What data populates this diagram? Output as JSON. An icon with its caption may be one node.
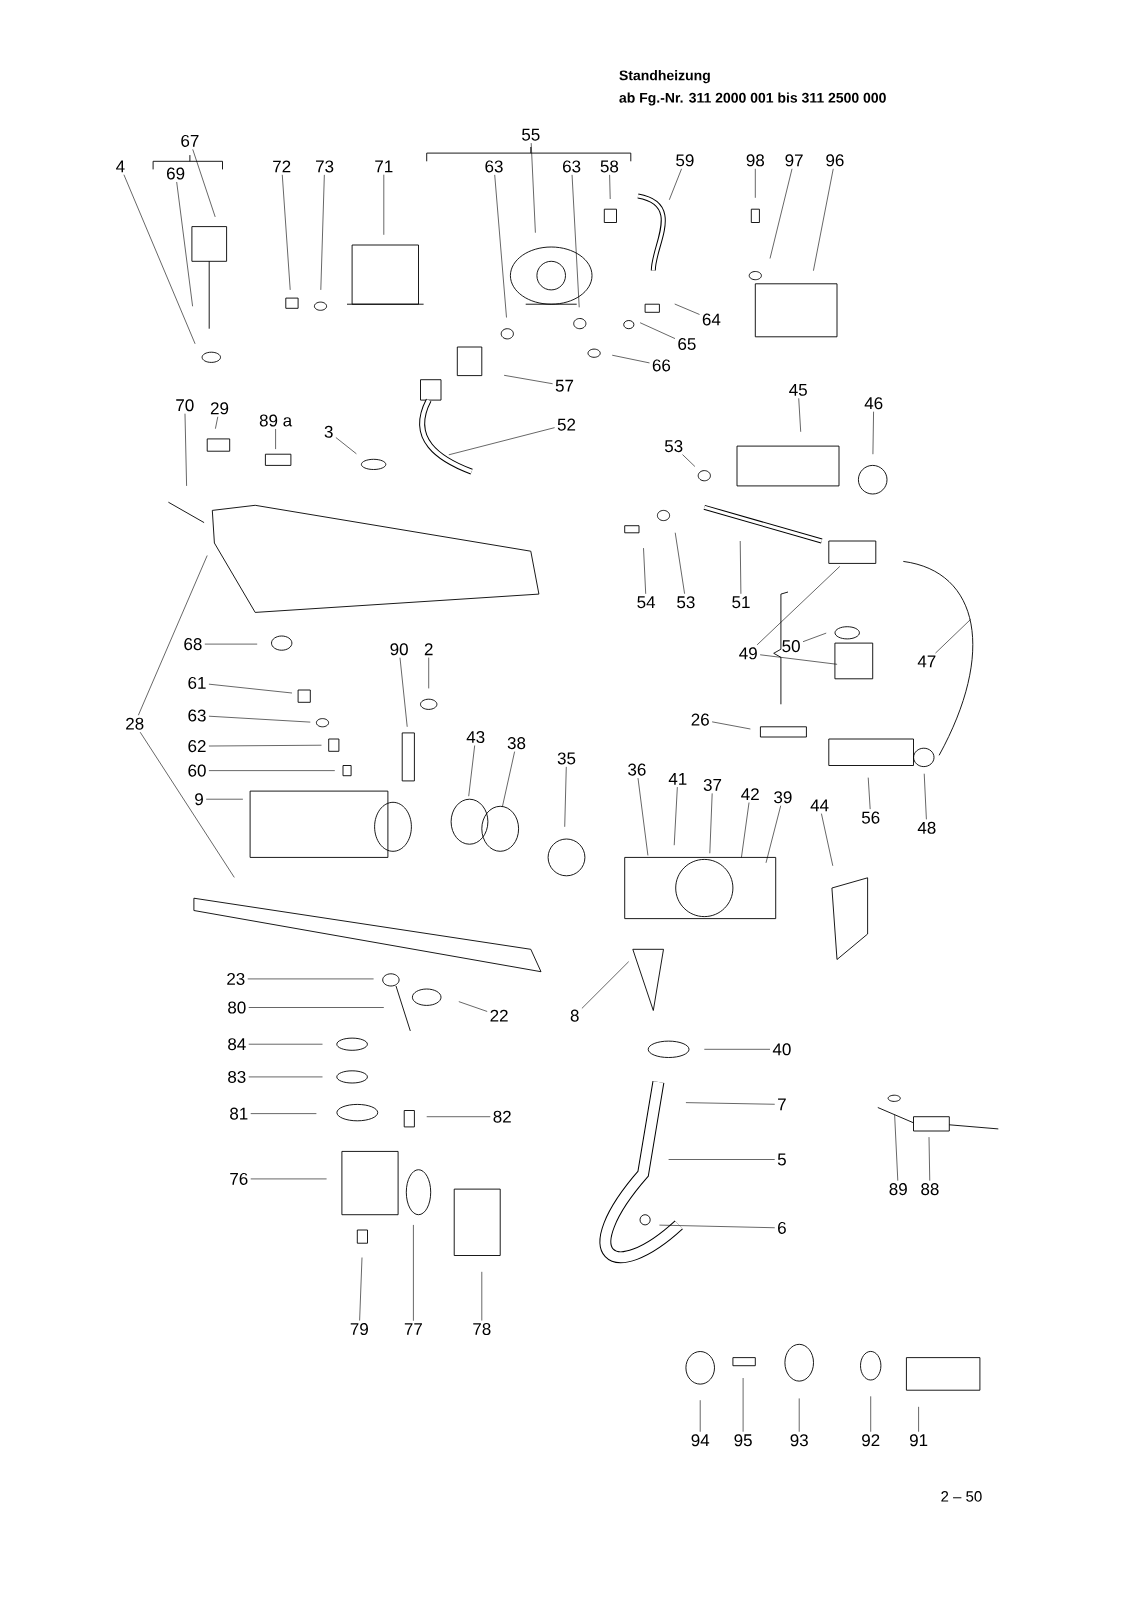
{
  "diagram": {
    "title": "Standheizung",
    "nodes": [
      {
        "text": [
          "67"
        ]
      },
      {
        "text": [
          "4"
        ]
      },
      {
        "text": [
          "69"
        ]
      },
      {
        "text": [
          "72"
        ]
      },
      {
        "text": [
          "73"
        ]
      },
      {
        "text": [
          "71"
        ]
      },
      {
        "text": [
          "55"
        ]
      },
      {
        "text": [
          "63"
        ]
      },
      {
        "text": [
          "63"
        ]
      },
      {
        "text": [
          "58"
        ]
      },
      {
        "text": [
          "59"
        ]
      },
      {
        "text": [
          "98"
        ]
      },
      {
        "text": [
          "97"
        ]
      },
      {
        "text": [
          "96"
        ]
      },
      {
        "text": [
          "64"
        ]
      },
      {
        "text": [
          "65"
        ]
      },
      {
        "text": [
          "66"
        ]
      },
      {
        "text": [
          "57"
        ]
      },
      {
        "text": [
          "45"
        ]
      },
      {
        "text": [
          "46"
        ]
      },
      {
        "text": [
          "70"
        ]
      },
      {
        "text": [
          "29"
        ]
      },
      {
        "text": [
          "89 a"
        ]
      },
      {
        "text": [
          "3"
        ]
      },
      {
        "text": [
          "52"
        ]
      },
      {
        "text": [
          "53"
        ]
      },
      {
        "text": [
          "54"
        ]
      },
      {
        "text": [
          "53"
        ]
      },
      {
        "text": [
          "51"
        ]
      },
      {
        "text": [
          "49"
        ]
      },
      {
        "text": [
          "50"
        ]
      },
      {
        "text": [
          "47"
        ]
      },
      {
        "text": [
          "68"
        ]
      },
      {
        "text": [
          "90"
        ]
      },
      {
        "text": [
          "2"
        ]
      },
      {
        "text": [
          "61"
        ]
      },
      {
        "text": [
          "28"
        ]
      },
      {
        "text": [
          "63"
        ]
      },
      {
        "text": [
          "62"
        ]
      },
      {
        "text": [
          "60"
        ]
      },
      {
        "text": [
          "9"
        ]
      },
      {
        "text": [
          "43"
        ]
      },
      {
        "text": [
          "38"
        ]
      },
      {
        "text": [
          "35"
        ]
      },
      {
        "text": [
          "26"
        ]
      },
      {
        "text": [
          "36"
        ]
      },
      {
        "text": [
          "41"
        ]
      },
      {
        "text": [
          "37"
        ]
      },
      {
        "text": [
          "42"
        ]
      },
      {
        "text": [
          "39"
        ]
      },
      {
        "text": [
          "44"
        ]
      },
      {
        "text": [
          "56"
        ]
      },
      {
        "text": [
          "48"
        ]
      },
      {
        "text": [
          "23"
        ]
      },
      {
        "text": [
          "80"
        ]
      },
      {
        "text": [
          "22"
        ]
      },
      {
        "text": [
          "8"
        ]
      },
      {
        "text": [
          "84"
        ]
      },
      {
        "text": [
          "40"
        ]
      },
      {
        "text": [
          "83"
        ]
      },
      {
        "text": [
          "7"
        ]
      },
      {
        "text": [
          "81"
        ]
      },
      {
        "text": [
          "82"
        ]
      },
      {
        "text": [
          "5"
        ]
      },
      {
        "text": [
          "76"
        ]
      },
      {
        "text": [
          "89"
        ]
      },
      {
        "text": [
          "88"
        ]
      },
      {
        "text": [
          "6"
        ]
      },
      {
        "text": [
          "79"
        ]
      },
      {
        "text": [
          "77"
        ]
      },
      {
        "text": [
          "78"
        ]
      },
      {
        "text": [
          "94"
        ]
      },
      {
        "text": [
          "95"
        ]
      },
      {
        "text": [
          "93"
        ]
      },
      {
        "text": [
          "92"
        ]
      },
      {
        "text": [
          "91"
        ]
      }
    ],
    "edges": [
      {
        "from": 0,
        "to": null,
        "arrow": "none"
      },
      {
        "from": 1,
        "to": null,
        "arrow": "none"
      },
      {
        "from": 2,
        "to": null,
        "arrow": "none"
      },
      {
        "from": 3,
        "to": null,
        "arrow": "none"
      },
      {
        "from": 4,
        "to": null,
        "arrow": "none"
      },
      {
        "from": 5,
        "to": null,
        "arrow": "none"
      },
      {
        "from": 6,
        "to": null,
        "arrow": "none"
      },
      {
        "from": 7,
        "to": null,
        "arrow": "none"
      },
      {
        "from": 8,
        "to": null,
        "arrow": "none"
      },
      {
        "from": 9,
        "to": null,
        "arrow": "none"
      },
      {
        "from": 10,
        "to": null,
        "arrow": "none"
      },
      {
        "from": 11,
        "to": null,
        "arrow": "none"
      },
      {
        "from": 12,
        "to": null,
        "arrow": "none"
      },
      {
        "from": 13,
        "to": null,
        "arrow": "none"
      },
      {
        "from": 14,
        "to": null,
        "arrow": "none"
      },
      {
        "from": 15,
        "to": null,
        "arrow": "none"
      },
      {
        "from": 16,
        "to": null,
        "arrow": "none"
      },
      {
        "from": 17,
        "to": null,
        "arrow": "none"
      },
      {
        "from": 18,
        "to": null,
        "arrow": "none"
      },
      {
        "from": 19,
        "to": null,
        "arrow": "none"
      },
      {
        "from": 20,
        "to": null,
        "arrow": "none"
      },
      {
        "from": 21,
        "to": null,
        "arrow": "none"
      },
      {
        "from": 22,
        "to": null,
        "arrow": "none"
      },
      {
        "from": 23,
        "to": null,
        "arrow": "none"
      },
      {
        "from": 24,
        "to": null,
        "arrow": "none"
      },
      {
        "from": 25,
        "to": null,
        "arrow": "none"
      },
      {
        "from": 26,
        "to": null,
        "arrow": "none"
      },
      {
        "from": 27,
        "to": null,
        "arrow": "none"
      },
      {
        "from": 28,
        "to": null,
        "arrow": "none"
      },
      {
        "from": 29,
        "to": null,
        "arrow": "none"
      },
      {
        "from": 29,
        "to": null,
        "arrow": "none"
      },
      {
        "from": 30,
        "to": null,
        "arrow": "none"
      },
      {
        "from": 31,
        "to": null,
        "arrow": "none"
      },
      {
        "from": 32,
        "to": null,
        "arrow": "none"
      },
      {
        "from": 33,
        "to": null,
        "arrow": "none"
      },
      {
        "from": 34,
        "to": null,
        "arrow": "none"
      },
      {
        "from": 35,
        "to": null,
        "arrow": "none"
      },
      {
        "from": 36,
        "to": null,
        "arrow": "none"
      },
      {
        "from": 36,
        "to": null,
        "arrow": "none"
      },
      {
        "from": 37,
        "to": null,
        "arrow": "none"
      },
      {
        "from": 38,
        "to": null,
        "arrow": "none"
      },
      {
        "from": 39,
        "to": null,
        "arrow": "none"
      },
      {
        "from": 40,
        "to": null,
        "arrow": "none"
      },
      {
        "from": 41,
        "to": null,
        "arrow": "none"
      },
      {
        "from": 42,
        "to": null,
        "arrow": "none"
      },
      {
        "from": 43,
        "to": null,
        "arrow": "none"
      },
      {
        "from": 44,
        "to": null,
        "arrow": "none"
      },
      {
        "from": 45,
        "to": null,
        "arrow": "none"
      },
      {
        "from": 46,
        "to": null,
        "arrow": "none"
      },
      {
        "from": 47,
        "to": null,
        "arrow": "none"
      },
      {
        "from": 48,
        "to": null,
        "arrow": "none"
      },
      {
        "from": 49,
        "to": null,
        "arrow": "none"
      },
      {
        "from": 50,
        "to": null,
        "arrow": "none"
      },
      {
        "from": 51,
        "to": null,
        "arrow": "none"
      },
      {
        "from": 52,
        "to": null,
        "arrow": "none"
      },
      {
        "from": 53,
        "to": null,
        "arrow": "none"
      },
      {
        "from": 54,
        "to": null,
        "arrow": "none"
      },
      {
        "from": 55,
        "to": null,
        "arrow": "none"
      },
      {
        "from": 56,
        "to": null,
        "arrow": "none"
      },
      {
        "from": 57,
        "to": null,
        "arrow": "none"
      },
      {
        "from": 58,
        "to": null,
        "arrow": "none"
      },
      {
        "from": 59,
        "to": null,
        "arrow": "none"
      },
      {
        "from": 60,
        "to": null,
        "arrow": "none"
      },
      {
        "from": 61,
        "to": null,
        "arrow": "none"
      },
      {
        "from": 62,
        "to": null,
        "arrow": "none"
      },
      {
        "from": 63,
        "to": null,
        "arrow": "none"
      },
      {
        "from": 64,
        "to": null,
        "arrow": "none"
      },
      {
        "from": 65,
        "to": null,
        "arrow": "none"
      },
      {
        "from": 66,
        "to": null,
        "arrow": "none"
      },
      {
        "from": 67,
        "to": null,
        "arrow": "none"
      },
      {
        "from": 68,
        "to": null,
        "arrow": "none"
      },
      {
        "from": 69,
        "to": null,
        "arrow": "none"
      },
      {
        "from": 70,
        "to": null,
        "arrow": "none"
      },
      {
        "from": 71,
        "to": null,
        "arrow": "none"
      },
      {
        "from": 72,
        "to": null,
        "arrow": "none"
      },
      {
        "from": 73,
        "to": null,
        "arrow": "none"
      },
      {
        "from": 74,
        "to": null,
        "arrow": "none"
      },
      {
        "from": 75,
        "to": null,
        "arrow": "none"
      }
    ],
    "labels": [
      "ab Fg.-Nr. 311 2000 001 bis 311 2500 000",
      "2 – 50"
    ]
  }
}
